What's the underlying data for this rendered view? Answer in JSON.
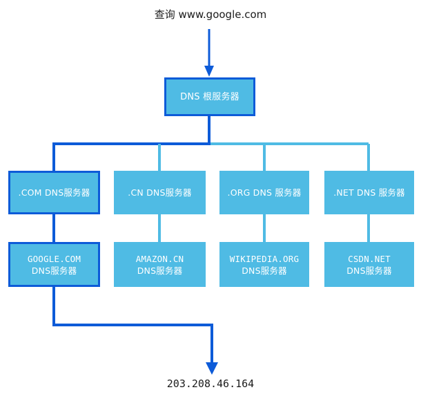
{
  "diagram": {
    "title_top": "查询 www.google.com",
    "result_bottom": "203.208.46.164",
    "colors": {
      "box_fill": "#4fbbe4",
      "highlight_stroke": "#0d5bd8",
      "normal_stroke": "#4fbbe4",
      "text": "#ffffff",
      "caption_text": "#1b1b1b",
      "background": "#ffffff"
    },
    "root": {
      "label": "DNS 根服务器",
      "highlighted": true
    },
    "tld_row": [
      {
        "label": ".COM DNS服务器",
        "highlighted": true
      },
      {
        "label": ".CN DNS服务器",
        "highlighted": false
      },
      {
        "label": ".ORG DNS 服务器",
        "highlighted": false
      },
      {
        "label": ".NET DNS 服务器",
        "highlighted": false
      }
    ],
    "authoritative_row": [
      {
        "line1": "GOOGLE.COM",
        "line2": "DNS服务器",
        "highlighted": true
      },
      {
        "line1": "AMAZON.CN",
        "line2": "DNS服务器",
        "highlighted": false
      },
      {
        "line1": "WIKIPEDIA.ORG",
        "line2": "DNS服务器",
        "highlighted": false
      },
      {
        "line1": "CSDN.NET",
        "line2": "DNS服务器",
        "highlighted": false
      }
    ]
  }
}
